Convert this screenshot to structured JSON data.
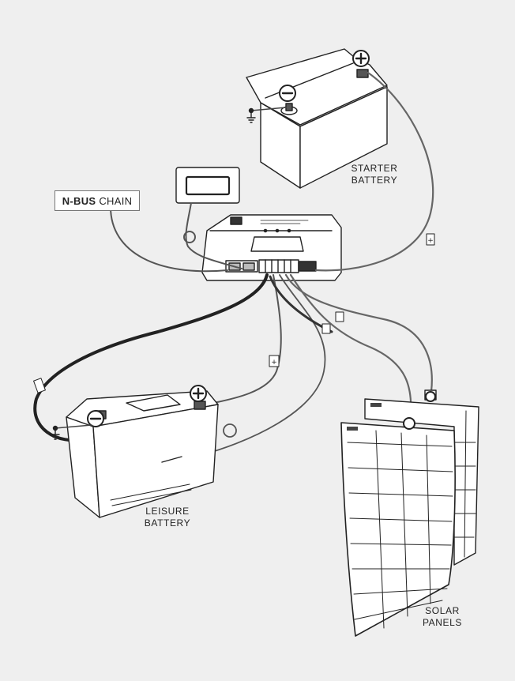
{
  "labels": {
    "nbus_bold": "N-BUS",
    "nbus_rest": "CHAIN",
    "starter_line1": "STARTER",
    "starter_line2": "BATTERY",
    "leisure_line1": "LEISURE",
    "leisure_line2": "BATTERY",
    "solar_line1": "SOLAR",
    "solar_line2": "PANELS"
  },
  "symbols": {
    "positive": "+",
    "negative": "−"
  },
  "colors": {
    "background": "#efefef",
    "outline": "#222222",
    "positive_cable": "#3a3a3a",
    "panel_fill": "#ffffff"
  }
}
